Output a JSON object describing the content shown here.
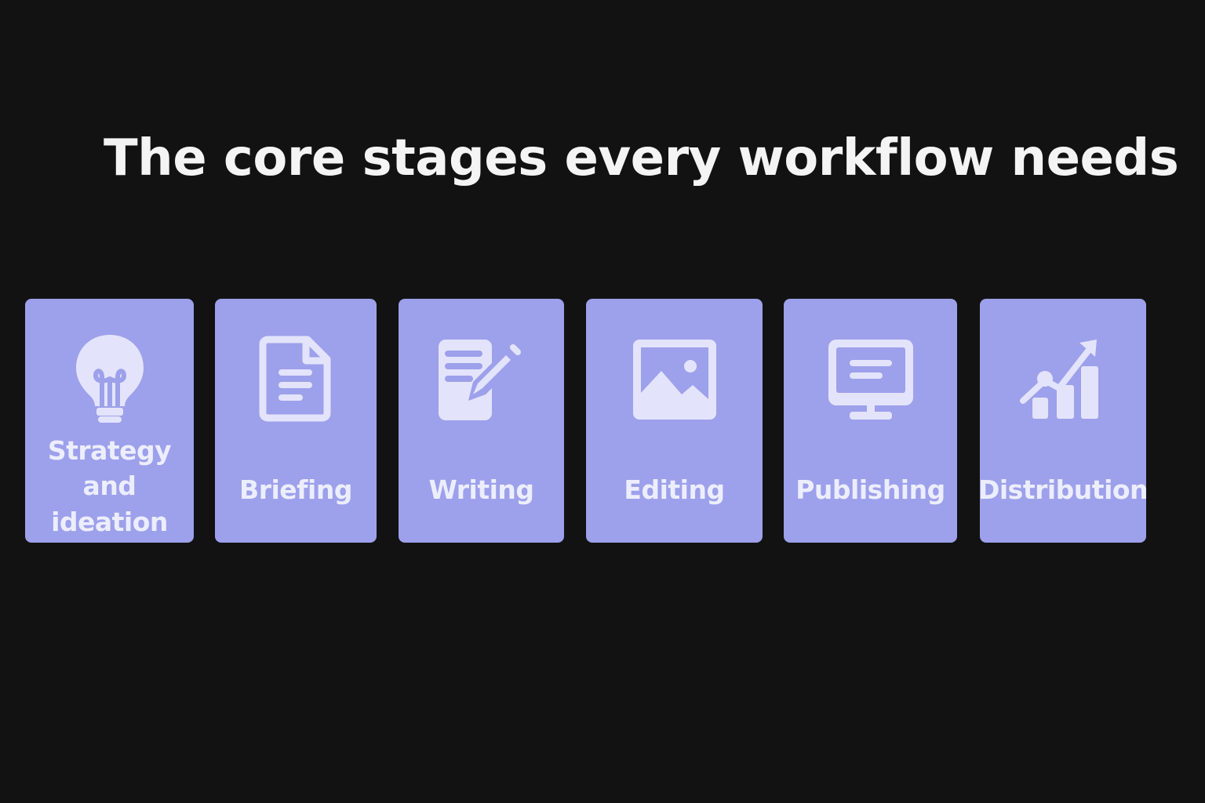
{
  "title": "The core stages every workflow needs",
  "colors": {
    "background": "#121212",
    "card": "#9da0ea",
    "icon": "#e3e4fb",
    "text": "#eceefe"
  },
  "stages": [
    {
      "label": "Strategy\nand ideation",
      "icon": "lightbulb-icon"
    },
    {
      "label": "Briefing",
      "icon": "document-icon"
    },
    {
      "label": "Writing",
      "icon": "notepad-pencil-icon"
    },
    {
      "label": "Editing",
      "icon": "image-icon"
    },
    {
      "label": "Publishing",
      "icon": "monitor-icon"
    },
    {
      "label": "Distribution",
      "icon": "growth-chart-icon"
    }
  ]
}
